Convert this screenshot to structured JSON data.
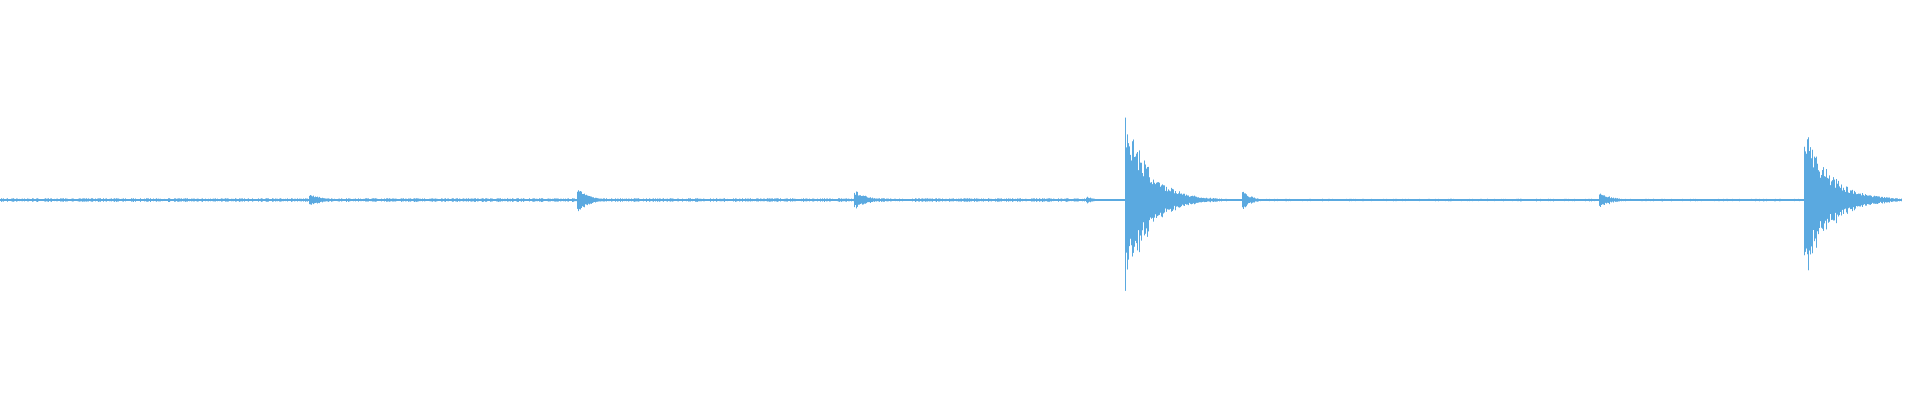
{
  "waveform": {
    "color": "#5aa9e0",
    "background": "#ffffff",
    "baseline_level": 0.012,
    "noise_segments": [
      {
        "start": 0.0,
        "end": 0.57,
        "amplitude": 0.018
      },
      {
        "start": 0.57,
        "end": 0.645,
        "amplitude": 0.006
      },
      {
        "start": 0.645,
        "end": 0.94,
        "amplitude": 0.012
      },
      {
        "start": 0.94,
        "end": 0.99,
        "amplitude": 0.002
      }
    ],
    "transients": [
      {
        "position": 0.161,
        "peak": 0.075,
        "decay": 0.006
      },
      {
        "position": 0.301,
        "peak": 0.11,
        "decay": 0.006
      },
      {
        "position": 0.445,
        "peak": 0.1,
        "decay": 0.007
      },
      {
        "position": 0.566,
        "peak": 0.04,
        "decay": 0.004
      },
      {
        "position": 0.586,
        "peak": 0.91,
        "decay": 0.012
      },
      {
        "position": 0.647,
        "peak": 0.09,
        "decay": 0.005
      },
      {
        "position": 0.833,
        "peak": 0.085,
        "decay": 0.006
      },
      {
        "position": 0.94,
        "peak": 0.74,
        "decay": 0.013
      }
    ]
  }
}
